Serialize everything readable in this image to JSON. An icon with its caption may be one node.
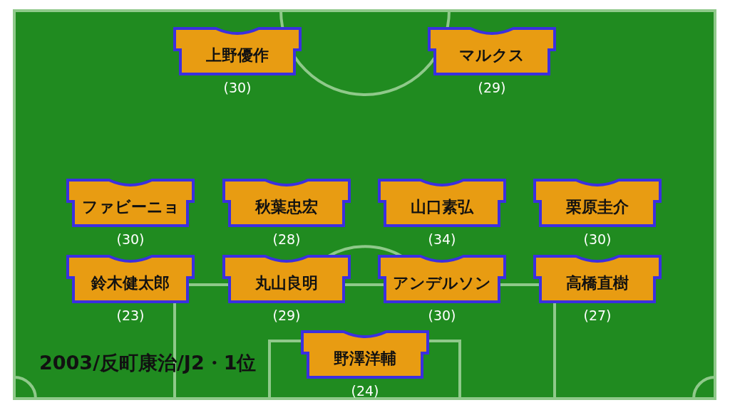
{
  "diagram": {
    "title": "2003/反町康治/J2・1位",
    "nodes": [
      {
        "text": [
          "上野優作"
        ],
        "beside": [
          "(30)"
        ]
      },
      {
        "text": [
          "マルクス"
        ],
        "beside": [
          "(29)"
        ]
      },
      {
        "text": [
          "ファビーニョ"
        ],
        "beside": [
          "(30)"
        ]
      },
      {
        "text": [
          "秋葉忠宏"
        ],
        "beside": [
          "(28)"
        ]
      },
      {
        "text": [
          "山口素弘"
        ],
        "beside": [
          "(34)"
        ]
      },
      {
        "text": [
          "栗原圭介"
        ],
        "beside": [
          "(30)"
        ]
      },
      {
        "text": [
          "鈴木健太郎"
        ],
        "beside": [
          "(23)"
        ]
      },
      {
        "text": [
          "丸山良明"
        ],
        "beside": [
          "(29)"
        ]
      },
      {
        "text": [
          "アンデルソン"
        ],
        "beside": [
          "(30)"
        ]
      },
      {
        "text": [
          "高橋直樹"
        ],
        "beside": [
          "(27)"
        ]
      },
      {
        "text": [
          "野澤洋輔"
        ],
        "beside": [
          "(24)"
        ]
      }
    ]
  }
}
